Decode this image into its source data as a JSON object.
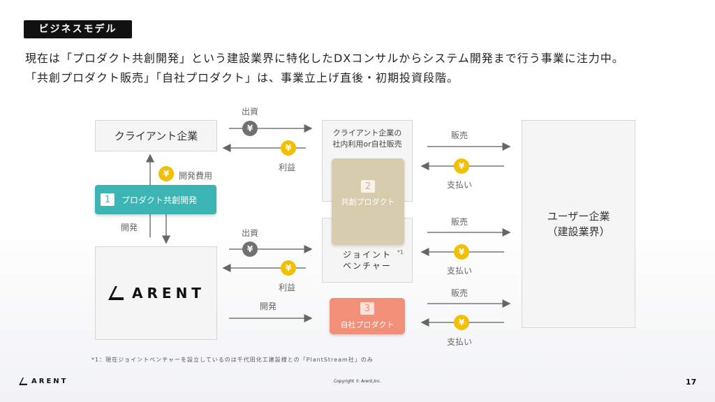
{
  "header": {
    "tag": "ビジネスモデル",
    "line1": "現在は「プロダクト共創開発」という建設業界に特化したDXコンサルからシステム開発まで行う事業に注力中。",
    "line2": "「共創プロダクト販売」「自社プロダクト」は、事業立上げ直後・初期投資段階。"
  },
  "nodes": {
    "client": "クライアント企業",
    "client_internal_line1": "クライアント企業の",
    "client_internal_line2": "社内利用or自社販売",
    "cocreate_num": "2",
    "cocreate_label": "共創プロダクト",
    "jv_line1": "ジョイント",
    "jv_line2": "ベンチャー",
    "jv_note": "*1",
    "own_num": "3",
    "own_label": "自社プロダクト",
    "product_dev_num": "1",
    "product_dev_label": "プロダクト共創開発",
    "users_line1": "ユーザー企業",
    "users_line2": "（建設業界）",
    "arent_logo_text": "ARENT"
  },
  "labels": {
    "invest_1": "出資",
    "profit_1": "利益",
    "invest_2": "出資",
    "profit_2": "利益",
    "dev_fee": "開発費用",
    "develop_down": "開発",
    "develop_right": "開発",
    "sales_1": "販売",
    "pay_1": "支払い",
    "sales_2": "販売",
    "pay_2": "支払い",
    "sales_3": "販売",
    "pay_3": "支払い",
    "yen": "¥"
  },
  "footer": {
    "note": "*1：現在ジョイントベンチャーを設立しているのは千代田化工建設様との「PlantStream社」のみ",
    "copyright": "Copyright © Arent,Inc.",
    "page": "17",
    "logo_text": "ARENT"
  },
  "colors": {
    "teal": "#3cb4b4",
    "tan": "#d8ccaf",
    "salmon": "#f28f78",
    "gold": "#f2c000",
    "gray_coin": "#707070"
  }
}
